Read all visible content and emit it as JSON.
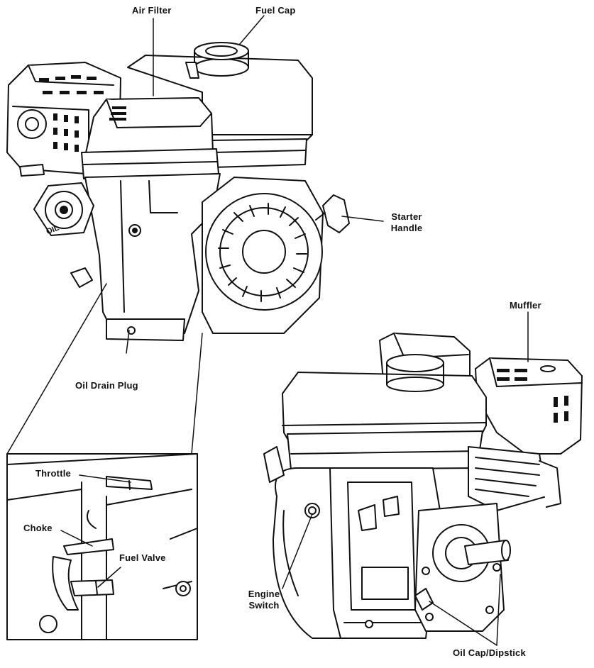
{
  "labels": {
    "air_filter": "Air Filter",
    "fuel_cap": "Fuel Cap",
    "starter_handle_line1": "Starter",
    "starter_handle_line2": "Handle",
    "oil_drain_plug": "Oil Drain Plug",
    "muffler": "Muffler",
    "throttle": "Throttle",
    "choke": "Choke",
    "fuel_valve": "Fuel Valve",
    "engine_switch_line1": "Engine",
    "engine_switch_line2": "Switch",
    "oil_cap_dipstick": "Oil Cap/Dipstick"
  },
  "engraved": {
    "oil_fill_mark": "OIL"
  },
  "colors": {
    "line": "#111111",
    "fill": "#ffffff",
    "dark": "#1a1a1a"
  }
}
